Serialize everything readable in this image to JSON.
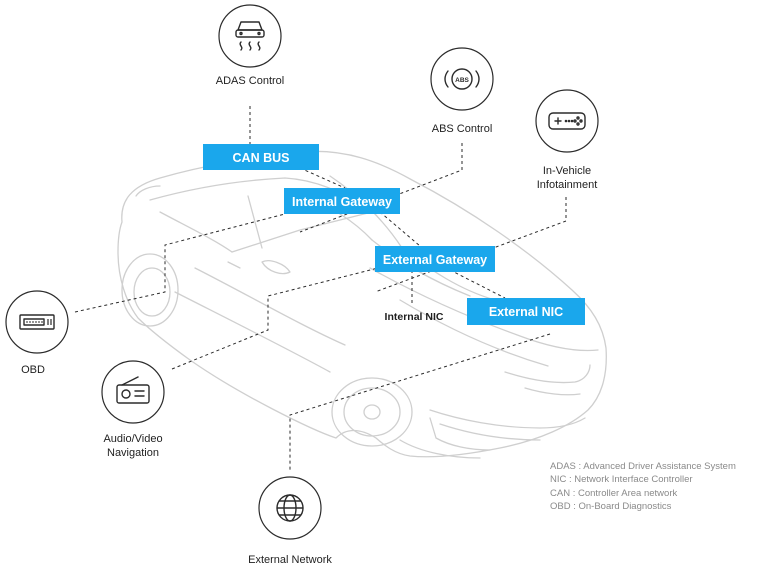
{
  "colors": {
    "accent": "#1aa7ec",
    "car_outline": "#cfcfcf",
    "dashed_line": "#2b2b2b",
    "legend_text": "#8a8a8a"
  },
  "boxes": {
    "can_bus": "CAN BUS",
    "internal_gateway": "Internal Gateway",
    "external_gateway": "External Gateway",
    "external_nic": "External NIC"
  },
  "labels": {
    "internal_nic": "Internal NIC",
    "adas_control": "ADAS Control",
    "abs_control": "ABS Control",
    "infotainment_line1": "In-Vehicle",
    "infotainment_line2": "Infotainment",
    "obd": "OBD",
    "audio_line1": "Audio/Video",
    "audio_line2": "Navigation",
    "external_network": "External Network",
    "abs_icon_text": "ABS"
  },
  "icons": {
    "adas": "car-skid-icon",
    "abs": "abs-brake-icon",
    "infotainment": "gamepad-icon",
    "obd": "obd-port-icon",
    "audio": "radio-icon",
    "network": "globe-icon"
  },
  "legend": [
    "ADAS : Advanced Driver Assistance System",
    "NIC : Network Interface Controller",
    "CAN : Controller Area network",
    "OBD : On-Board Diagnostics"
  ]
}
